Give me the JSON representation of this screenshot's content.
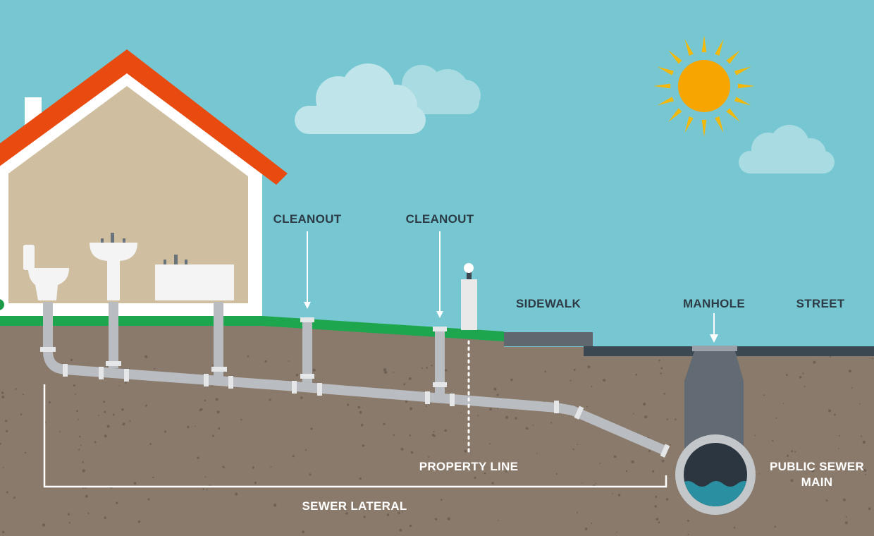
{
  "labels": {
    "cleanout_1": "CLEANOUT",
    "cleanout_2": "CLEANOUT",
    "sidewalk": "SIDEWALK",
    "manhole": "MANHOLE",
    "street": "STREET",
    "property_line": "PROPERTY LINE",
    "public_sewer_main_line1": "PUBLIC SEWER",
    "public_sewer_main_line2": "MAIN",
    "sewer_lateral": "SEWER LATERAL"
  },
  "icons": [
    "sun-icon",
    "cloud-icon",
    "house-icon",
    "toilet-icon",
    "sink-icon",
    "bathtub-icon",
    "lamp-post-icon",
    "manhole-icon",
    "sewer-main-icon"
  ],
  "colors": {
    "sky": "#76c7d1",
    "soil": "#8a7a6b",
    "grass": "#1ea64e",
    "roof": "#e84a10",
    "house_wall": "#cfbfa0",
    "pipe": "#b9bcc0",
    "sun": "#f7a500",
    "cloud": "#bfe4ea",
    "manhole": "#6a737c",
    "water": "#2a8fa0",
    "label_dark": "#2d3b47",
    "label_light": "#ffffff"
  }
}
